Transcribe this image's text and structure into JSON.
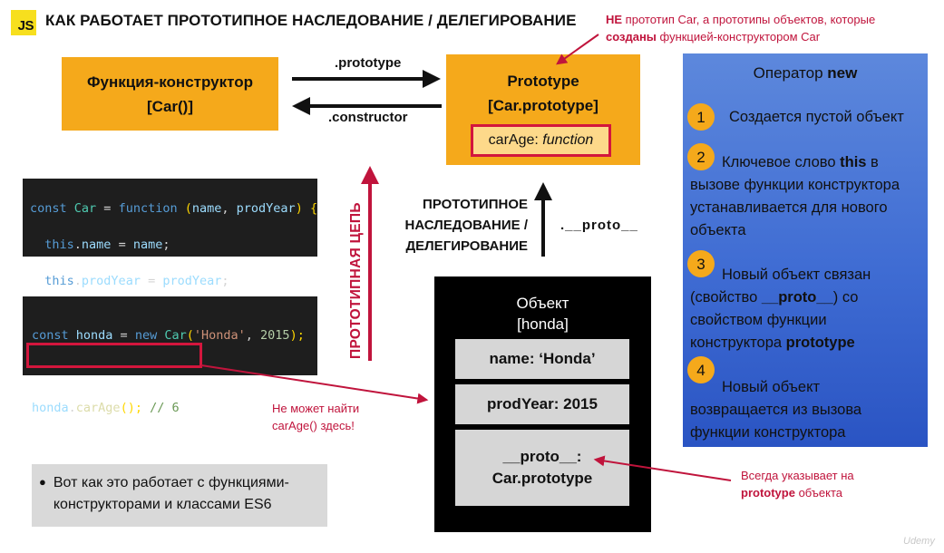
{
  "header": {
    "logo": "JS",
    "title": "КАК РАБОТАЕТ ПРОТОТИПНОЕ НАСЛЕДОВАНИЕ / ДЕЛЕГИРОВАНИЕ"
  },
  "top_note": {
    "bold1": "НЕ",
    "text1": " прототип Car, а прототипы объектов, которые",
    "bold2": "созданы",
    "text2": " функцией-конструктором Car"
  },
  "constructor_box": {
    "line1": "Функция-конструктор",
    "line2": "[Car()]"
  },
  "arrows": {
    "prototype": ".prototype",
    "constructor": ".constructor",
    "proto": ".__proto__"
  },
  "prototype_box": {
    "line1": "Prototype",
    "line2": "[Car.prototype]",
    "method_name": "carAge:",
    "method_type": "function"
  },
  "code1": {
    "line1": {
      "kw": "const",
      "name": "Car",
      "eq": " = ",
      "fn": "function",
      "p1": "(",
      "a1": "name",
      "comma": ", ",
      "a2": "prodYear",
      "p2": ") ",
      "brace": "{"
    },
    "line2": {
      "this": "this",
      "dot": ".",
      "prop": "name",
      "eq": " = ",
      "val": "name",
      "semi": ";"
    },
    "line3": {
      "this": "this",
      "dot": ".",
      "prop": "prodYear",
      "eq": " = ",
      "val": "prodYear",
      "semi": ";"
    },
    "line4": {
      "brace": "}",
      "semi": ";"
    }
  },
  "code2": {
    "line1": {
      "kw": "const",
      "name": "honda",
      "eq": " = ",
      "new": "new",
      "cls": "Car",
      "p1": "(",
      "s": "'Honda'",
      "comma": ", ",
      "n": "2015",
      "p2": ");"
    },
    "line2": {
      "obj": "honda",
      "dot": ".",
      "fn": "carAge",
      "call": "();",
      "comment": "// 6"
    }
  },
  "chain_label": "ПРОТОТИПНАЯ ЦЕПЬ",
  "inheritance_label": {
    "line1": "ПРОТОТИПНОЕ",
    "line2": "НАСЛЕДОВАНИЕ /",
    "line3": "ДЕЛЕГИРОВАНИЕ"
  },
  "object_box": {
    "title1": "Объект",
    "title2": "[honda]",
    "prop1": "name: ‘Honda’",
    "prop2": "prodYear: 2015",
    "prop3_line1": "__proto__:",
    "prop3_line2": "Car.prototype"
  },
  "cannot_find_note": {
    "line1": "Не может найти",
    "line2": "carAge() здесь!"
  },
  "points_note": {
    "line1": "Всегда указывает на",
    "bold": "prototype",
    "text": " объекта"
  },
  "summary": {
    "bullet": "●",
    "line1": "Вот как это работает с функциями-",
    "line2": "конструкторами и классами ES6"
  },
  "new_operator": {
    "title_text": "Оператор ",
    "title_bold": "new",
    "steps": [
      {
        "num": "1",
        "text": "Создается пустой объект"
      },
      {
        "num": "2",
        "bold": "this",
        "pre": "Ключевое слово ",
        "post": " в",
        "line2": "вызове функции конструктора",
        "line3": "устанавливается для нового",
        "line4": "объекта"
      },
      {
        "num": "3",
        "line1": "Новый объект связан",
        "line2_pre": "(свойство ",
        "line2_bold": "__proto__",
        "line2_post": ") со",
        "line3": "свойством функции",
        "line4_pre": "конструктора ",
        "line4_bold": "prototype"
      },
      {
        "num": "4",
        "line1": "Новый объект",
        "line2": "возвращается из вызова",
        "line3": "функции конструктора"
      }
    ]
  },
  "watermark": "Udemy",
  "colors": {
    "orange": "#f5a91b",
    "red": "#c0143c",
    "code_bg": "#1e1e1e",
    "panel_blue": "#4a74d6"
  }
}
